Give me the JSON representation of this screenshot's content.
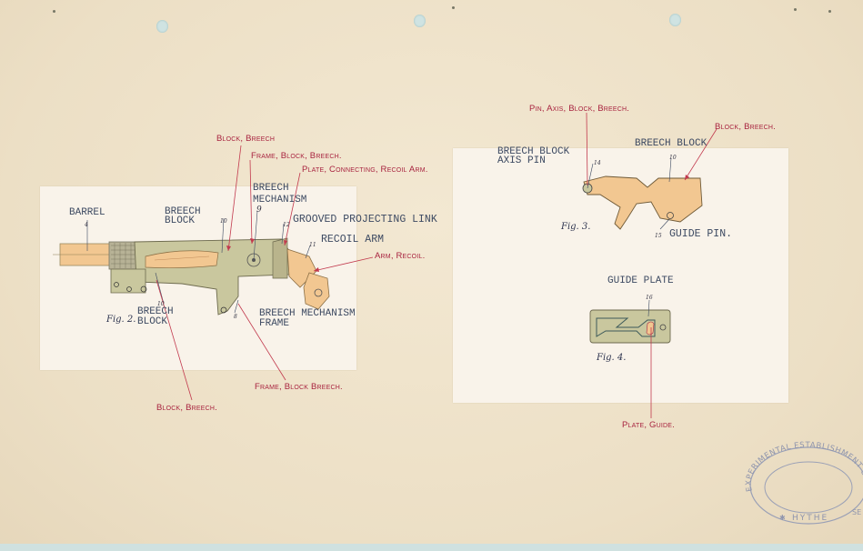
{
  "fig2": {
    "caption": "Fig. 2.",
    "labels": {
      "barrel": "BARREL",
      "breech_block_1": "BREECH",
      "breech_block_2": "BLOCK",
      "mech_1": "BREECH",
      "mech_2": "MECHANISM",
      "grooved_link": "GROOVED PROJECTING LINK",
      "recoil_arm": "RECOIL ARM",
      "block_low_1": "BREECH",
      "block_low_2": "BLOCK",
      "frame_1": "BREECH MECHANISM",
      "frame_2": "FRAME"
    },
    "callouts": {
      "block_breech_top": "Block, Breech",
      "frame_block_breech_top": "Frame, Block, Breech.",
      "plate_connecting": "Plate, Connecting, Recoil Arm.",
      "arm_recoil": "Arm, Recoil.",
      "frame_block_breech_low": "Frame, Block Breech.",
      "block_breech_low": "Block, Breech."
    },
    "numbers": {
      "barrel": "4",
      "block": "10",
      "mech": "9",
      "link": "12",
      "arm": "11",
      "low_block": "10",
      "frame": "8"
    }
  },
  "fig3": {
    "caption": "Fig. 3.",
    "labels": {
      "axis_pin_1": "BREECH BLOCK",
      "axis_pin_2": "AXIS PIN",
      "breech_block": "BREECH BLOCK",
      "guide_pin": "GUIDE PIN."
    },
    "callouts": {
      "pin_axis": "Pin, Axis, Block, Breech.",
      "block_breech": "Block, Breech."
    },
    "numbers": {
      "pin": "14",
      "block": "10",
      "guide": "15"
    }
  },
  "fig4": {
    "caption": "Fig. 4.",
    "labels": {
      "guide_plate": "GUIDE PLATE"
    },
    "callouts": {
      "plate_guide": "Plate, Guide."
    },
    "numbers": {
      "plate": "16"
    }
  },
  "stamp": {
    "top_text": "EXPERIMENTAL ESTABLISHMENT SH",
    "bottom_text": "HYTHE",
    "side": "SE"
  },
  "colors": {
    "paper": "#efe3cb",
    "card": "#f9f3ea",
    "part_olive": "#c9c79e",
    "part_tan": "#f2c791",
    "ink_red": "#a8233f",
    "ink_blue": "#3d4a62"
  }
}
